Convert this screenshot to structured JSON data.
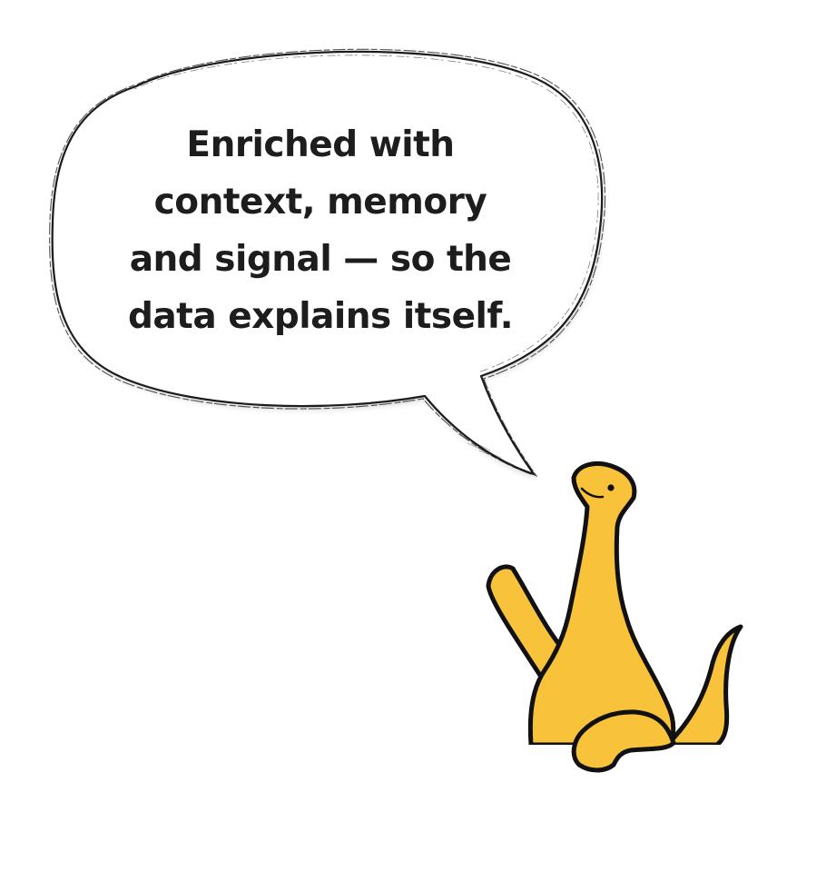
{
  "bubble": {
    "lines": [
      "Enriched with",
      "context, memory",
      "and signal — so the",
      "data explains itself."
    ]
  },
  "icons": {
    "speech_bubble": "speech-bubble-icon",
    "mascot": "dinosaur-mascot-icon"
  },
  "colors": {
    "background": "#ffffff",
    "text": "#1d1d1d",
    "outline": "#1a1a1a",
    "dino_fill": "#f8c23a"
  }
}
